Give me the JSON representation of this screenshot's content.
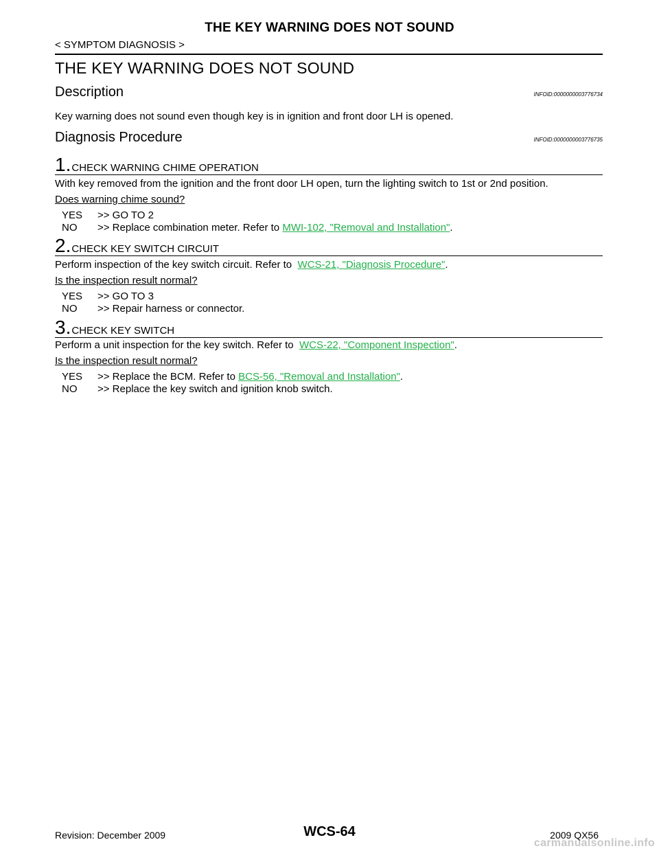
{
  "header": {
    "title": "THE KEY WARNING DOES NOT SOUND",
    "breadcrumb": "< SYMPTOM DIAGNOSIS >"
  },
  "page_title": "THE KEY WARNING DOES NOT SOUND",
  "description": {
    "heading": "Description",
    "infoid": "INFOID:0000000003776734",
    "text": "Key warning does not sound even though key is in ignition and front door LH is opened."
  },
  "diagnosis": {
    "heading": "Diagnosis Procedure",
    "infoid": "INFOID:0000000003776735",
    "steps": [
      {
        "number": "1",
        "title": "CHECK WARNING CHIME OPERATION",
        "instruction": "With key removed from the ignition and the front door LH open, turn the lighting switch to 1st or 2nd position.",
        "question": "Does warning chime sound?",
        "yes_key": "YES",
        "yes_text": ">> GO TO 2",
        "no_key": "NO",
        "no_text": ">> Replace combination meter. Refer to ",
        "no_link": "MWI-102, \"Removal and Installation\"",
        "no_suffix": "."
      },
      {
        "number": "2",
        "title": "CHECK KEY SWITCH CIRCUIT",
        "instruction_pre": "Perform inspection of the key switch circuit. Refer to ",
        "instruction_link": "WCS-21, \"Diagnosis  Procedure\"",
        "instruction_suffix": ".",
        "question": "Is the inspection result normal?",
        "yes_key": "YES",
        "yes_text": ">> GO TO 3",
        "no_key": "NO",
        "no_text": ">> Repair harness or connector."
      },
      {
        "number": "3",
        "title": "CHECK KEY SWITCH",
        "instruction_pre": "Perform a unit inspection for the key switch. Refer to ",
        "instruction_link": "WCS-22, \"Component Inspection\"",
        "instruction_suffix": ".",
        "question": "Is the inspection result normal?",
        "yes_key": "YES",
        "yes_text": ">> Replace the BCM. Refer to ",
        "yes_link": "BCS-56, \"Removal and Installation\"",
        "yes_suffix": ".",
        "no_key": "NO",
        "no_text": ">> Replace the key switch and ignition knob switch."
      }
    ]
  },
  "footer": {
    "revision": "Revision: December 2009",
    "page": "WCS-64",
    "model": "2009 QX56",
    "watermark": "carmanualsonline.info"
  },
  "colors": {
    "link": "#22b04a",
    "watermark": "#c8c8c8"
  }
}
